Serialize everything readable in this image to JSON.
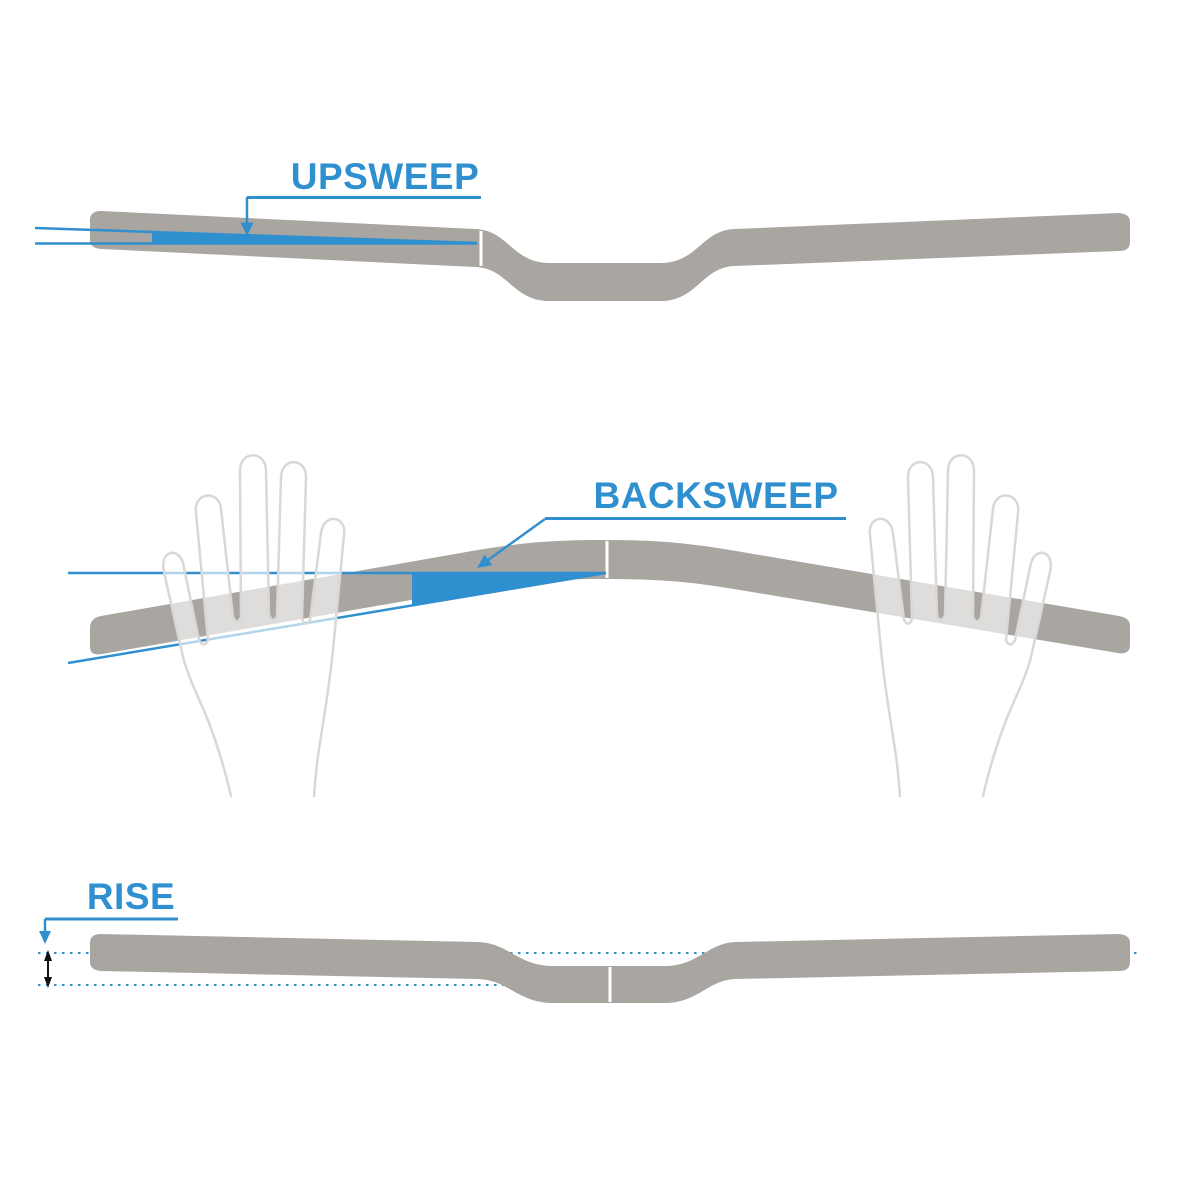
{
  "labels": {
    "upsweep": "UPSWEEP",
    "backsweep": "BACKSWEEP",
    "rise": "RISE"
  },
  "colors": {
    "blue": "#3090cf",
    "bar_gray": "#a9a5a1",
    "hand_stroke": "#d9d8d6",
    "hand_fill": "rgba(255,255,255,0.62)",
    "ink": "#111111",
    "background": "#ffffff"
  }
}
